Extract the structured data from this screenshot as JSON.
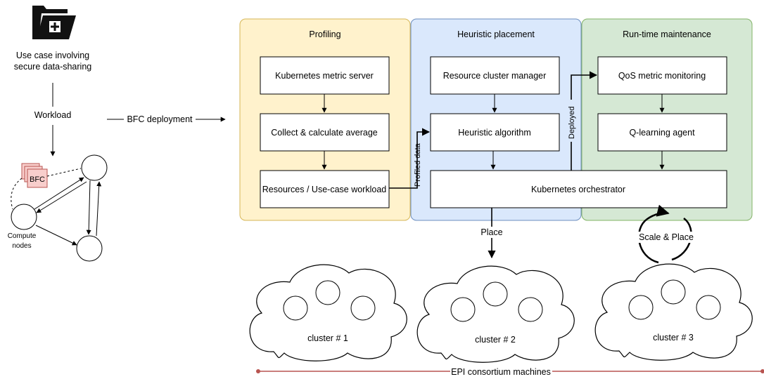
{
  "use_case": {
    "line1": "Use case involving",
    "line2": "secure data-sharing"
  },
  "workload_label": "Workload",
  "bfc_tag": "BFC",
  "compute_nodes": {
    "line1": "Compute",
    "line2": "nodes"
  },
  "deployment_label": "BFC deployment",
  "phases": {
    "profiling": {
      "title": "Profiling",
      "boxes": [
        "Kubernetes metric server",
        "Collect & calculate average",
        "Resources / Use-case workload"
      ]
    },
    "placement": {
      "title": "Heuristic placement",
      "boxes": [
        "Resource cluster manager",
        "Heuristic algorithm"
      ]
    },
    "maintenance": {
      "title": "Run-time maintenance",
      "boxes": [
        "QoS metric monitoring",
        "Q-learning agent"
      ]
    }
  },
  "orchestrator": "Kubernetes orchestrator",
  "edge_labels": {
    "profiled": "Profiled data",
    "deployed": "Deployed",
    "place": "Place",
    "scale": "Scale & Place"
  },
  "clusters": [
    "cluster # 1",
    "cluster # 2",
    "cluster # 3"
  ],
  "consortium": "EPI consortium machines",
  "colors": {
    "profiling_fill": "#fff2cc",
    "profiling_stroke": "#d6b656",
    "placement_fill": "#dae8fc",
    "placement_stroke": "#6c8ebf",
    "maintenance_fill": "#d5e8d4",
    "maintenance_stroke": "#82b366",
    "bfc_fill": "#f8cecc",
    "bfc_stroke": "#b85450",
    "consortium_line": "#b85450"
  },
  "icons": [
    "folder-plus-icon"
  ]
}
